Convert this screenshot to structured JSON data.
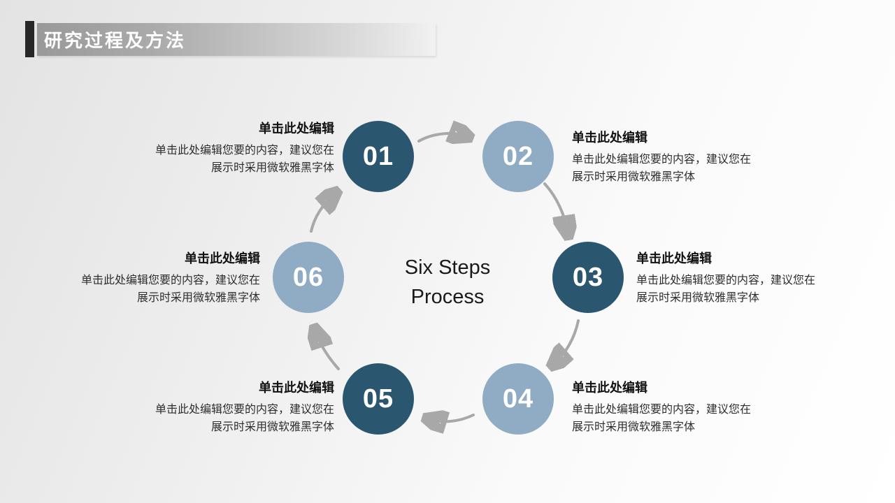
{
  "header": {
    "title": "研究过程及方法"
  },
  "center": {
    "title_line1": "Six Steps",
    "title_line2": "Process"
  },
  "steps": [
    {
      "number": "01",
      "variant": "dark",
      "heading": "单击此处编辑",
      "body_line1": "单击此处编辑您要的内容，建议您在",
      "body_line2": "展示时采用微软雅黑字体"
    },
    {
      "number": "02",
      "variant": "light",
      "heading": "单击此处编辑",
      "body_line1": "单击此处编辑您要的内容，建议您在",
      "body_line2": "展示时采用微软雅黑字体"
    },
    {
      "number": "03",
      "variant": "dark",
      "heading": "单击此处编辑",
      "body_line1": "单击此处编辑您要的内容，建议您在",
      "body_line2": "展示时采用微软雅黑字体"
    },
    {
      "number": "04",
      "variant": "light",
      "heading": "单击此处编辑",
      "body_line1": "单击此处编辑您要的内容，建议您在",
      "body_line2": "展示时采用微软雅黑字体"
    },
    {
      "number": "05",
      "variant": "dark",
      "heading": "单击此处编辑",
      "body_line1": "单击此处编辑您要的内容，建议您在",
      "body_line2": "展示时采用微软雅黑字体"
    },
    {
      "number": "06",
      "variant": "light",
      "heading": "单击此处编辑",
      "body_line1": "单击此处编辑您要的内容，建议您在",
      "body_line2": "展示时采用微软雅黑字体"
    }
  ],
  "colors": {
    "dark_circle": "#2a566f",
    "light_circle": "#90abc4",
    "arrow": "#a8a8a8",
    "header_bar": "#272727",
    "header_text": "#ffffff"
  }
}
